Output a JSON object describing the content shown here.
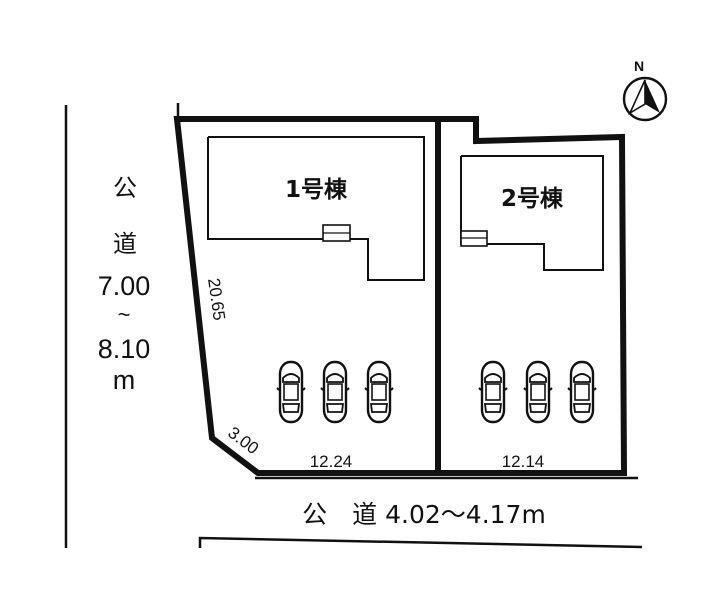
{
  "compass": {
    "label": "N",
    "icon": "north-arrow-icon"
  },
  "left_road": {
    "char1": "公",
    "char2": "道",
    "width_min": "7.00",
    "tilde": "~",
    "width_max": "8.10",
    "unit": "m"
  },
  "bottom_road": {
    "label": "公　道 4.02～4.17m"
  },
  "lot1": {
    "name": "1号棟",
    "frontage": "12.24",
    "side": "20.65",
    "corner": "3.00"
  },
  "lot2": {
    "name": "2号棟",
    "frontage": "12.14"
  },
  "colors": {
    "line": "#111111",
    "background": "#ffffff"
  }
}
